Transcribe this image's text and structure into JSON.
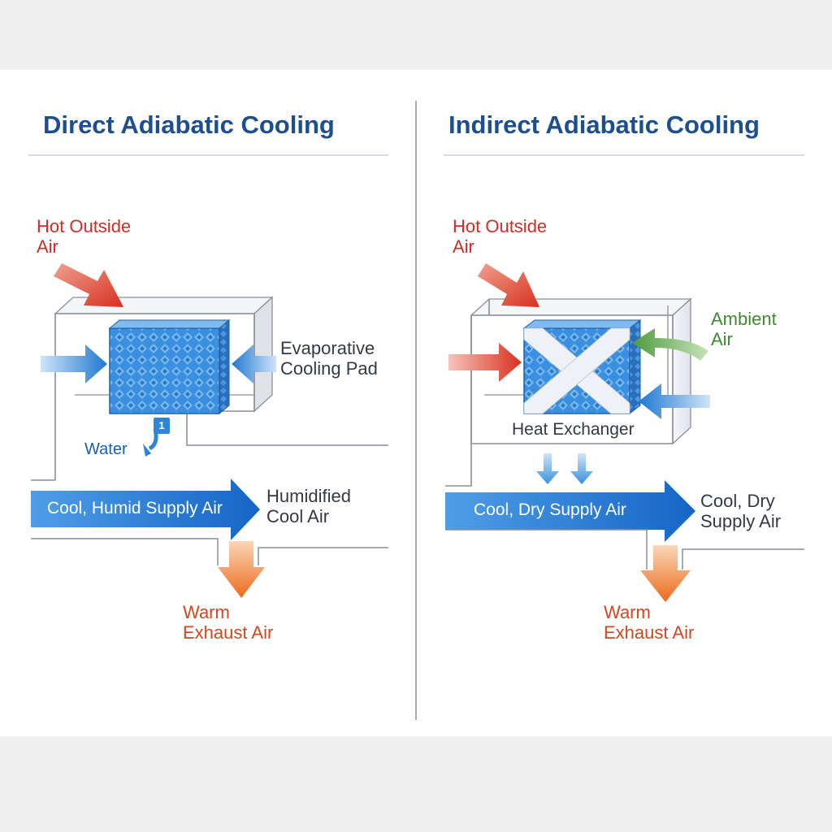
{
  "direct": {
    "title": "Direct Adiabatic Cooling",
    "hot_air": [
      "Hot Outside",
      "Air"
    ],
    "pad_label": [
      "Evaporative",
      "Cooling Pad"
    ],
    "water_label": "Water",
    "water_badge": "1",
    "supply_label": "Cool, Humid Supply Air",
    "humidified": [
      "Humidified",
      "Cool Air"
    ],
    "exhaust": [
      "Warm",
      "Exhaust Air"
    ]
  },
  "indirect": {
    "title": "Indirect Adiabatic Cooling",
    "hot_air": [
      "Hot Outside",
      "Air"
    ],
    "ambient": [
      "Ambient",
      "Air"
    ],
    "exchanger_label": "Heat Exchanger",
    "supply_label": "Cool, Dry Supply Air",
    "supply_side": [
      "Cool, Dry",
      "Supply Air"
    ],
    "exhaust": [
      "Warm",
      "Exhaust Air"
    ]
  },
  "colors": {
    "title": "#1c4f8f",
    "hot": "#d93a2b",
    "cool": "#1f78d1",
    "exhaust": "#ef7a2a",
    "ambient": "#4f9a3e",
    "pad": "#3a8fe0"
  }
}
